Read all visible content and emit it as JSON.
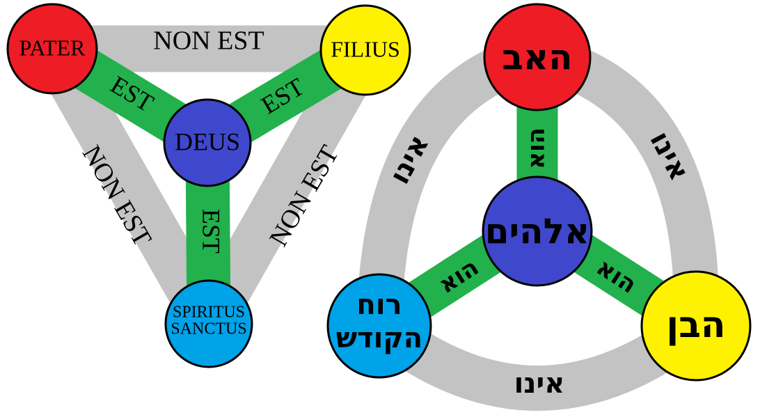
{
  "colors": {
    "red": "#ee1c25",
    "yellow": "#fff200",
    "navy": "#3f48cc",
    "sky": "#00a2e8",
    "green": "#22b14c",
    "grey": "#c3c3c3",
    "ink": "#000000"
  },
  "latin_shield": {
    "nodes": {
      "pater": "PATER",
      "filius": "FILIUS",
      "deus": "DEUS",
      "spiritus_line1": "SPIRITUS",
      "spiritus_line2": "SANCTUS"
    },
    "links": {
      "est": "EST",
      "non_est": "NON EST"
    }
  },
  "hebrew_shield": {
    "nodes": {
      "father": "האב",
      "son": "הבן",
      "god": "אלהים",
      "spirit_line1": "רוח",
      "spirit_line2": "הקודש"
    },
    "links": {
      "is_top": "הוא",
      "is": "הוא",
      "is_not": "אינו"
    }
  }
}
